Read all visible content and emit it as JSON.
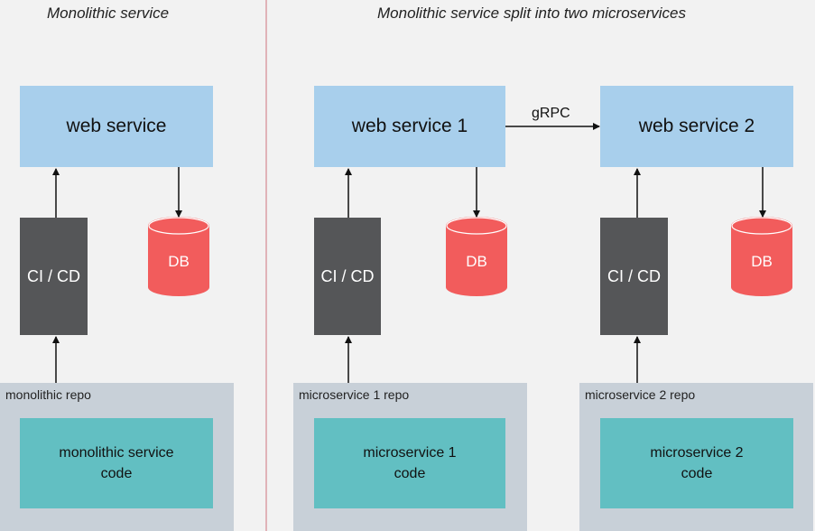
{
  "left": {
    "title": "Monolithic service",
    "web_service": "web service",
    "cicd": "CI / CD",
    "db": "DB",
    "repo_label": "monolithic repo",
    "code_lines": [
      "monolithic service",
      "code"
    ]
  },
  "right": {
    "title": "Monolithic service split into two microservices",
    "connection_label": "gRPC",
    "services": [
      {
        "web_service": "web service 1",
        "cicd": "CI / CD",
        "db": "DB",
        "repo_label": "microservice 1 repo",
        "code_lines": [
          "microservice 1",
          "code"
        ]
      },
      {
        "web_service": "web service 2",
        "cicd": "CI / CD",
        "db": "DB",
        "repo_label": "microservice 2 repo",
        "code_lines": [
          "microservice 2",
          "code"
        ]
      }
    ]
  },
  "colors": {
    "web_service": "#a8cfec",
    "cicd": "#555658",
    "db": "#f25c5c",
    "repo": "#c8d0d8",
    "code": "#62bfc2",
    "panel": "#f2f2f2",
    "divider": "#e0b3b8"
  }
}
